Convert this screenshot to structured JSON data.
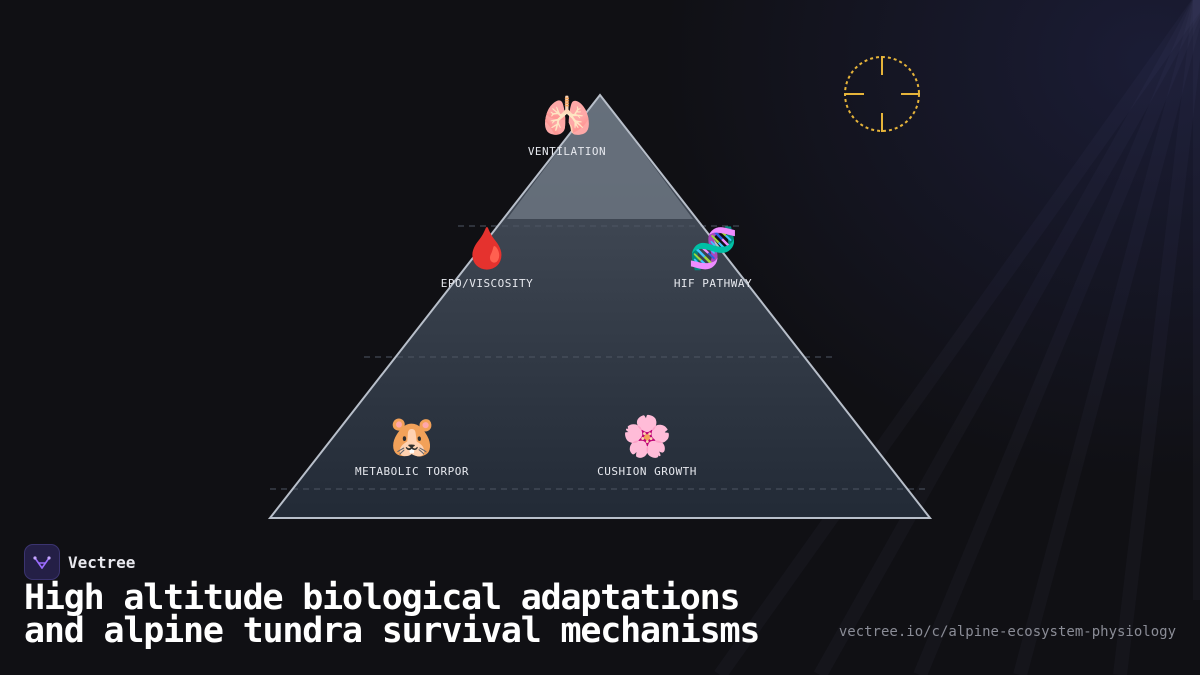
{
  "diagram": {
    "nodes": [
      {
        "label": "VENTILATION",
        "icon": "lungs-icon",
        "emoji": "🫁"
      },
      {
        "label": "EPO/VISCOSITY",
        "icon": "blood-drop-icon",
        "emoji": "🩸"
      },
      {
        "label": "HIF PATHWAY",
        "icon": "dna-icon",
        "emoji": "🧬"
      },
      {
        "label": "METABOLIC TORPOR",
        "icon": "hamster-icon",
        "emoji": "🐹"
      },
      {
        "label": "CUSHION GROWTH",
        "icon": "flower-icon",
        "emoji": "🌸"
      }
    ],
    "colors": {
      "pyramid_top": "#6b7480",
      "pyramid_bottom": "#222a36",
      "pyramid_stroke": "#b8bfca",
      "crosshair": "#e6b43a"
    }
  },
  "brand": {
    "name": "Vectree",
    "logo_color": "#9b6cff"
  },
  "title": {
    "line1": "High altitude biological adaptations",
    "line2": "and alpine tundra survival mechanisms"
  },
  "url": "vectree.io/c/alpine-ecosystem-physiology"
}
